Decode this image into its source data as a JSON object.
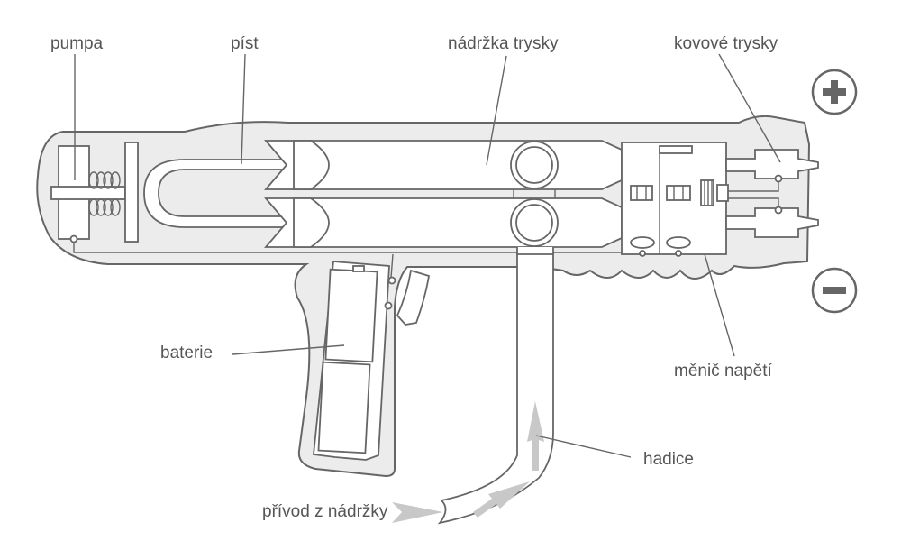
{
  "labels": {
    "pumpa": "pumpa",
    "pist": "píst",
    "nadrzka_trysky": "nádržka trysky",
    "kovove_trysky": "kovové trysky",
    "baterie": "baterie",
    "menic_napeti": "měnič napětí",
    "hadice": "hadice",
    "privod": "přívod z nádržky"
  },
  "terminals": {
    "positive_icon": "plus-circle-icon",
    "negative_icon": "minus-circle-icon"
  },
  "colors": {
    "outline": "#666666",
    "body_fill": "#ececec",
    "arrow": "#c8c8c8",
    "text": "#555555"
  }
}
